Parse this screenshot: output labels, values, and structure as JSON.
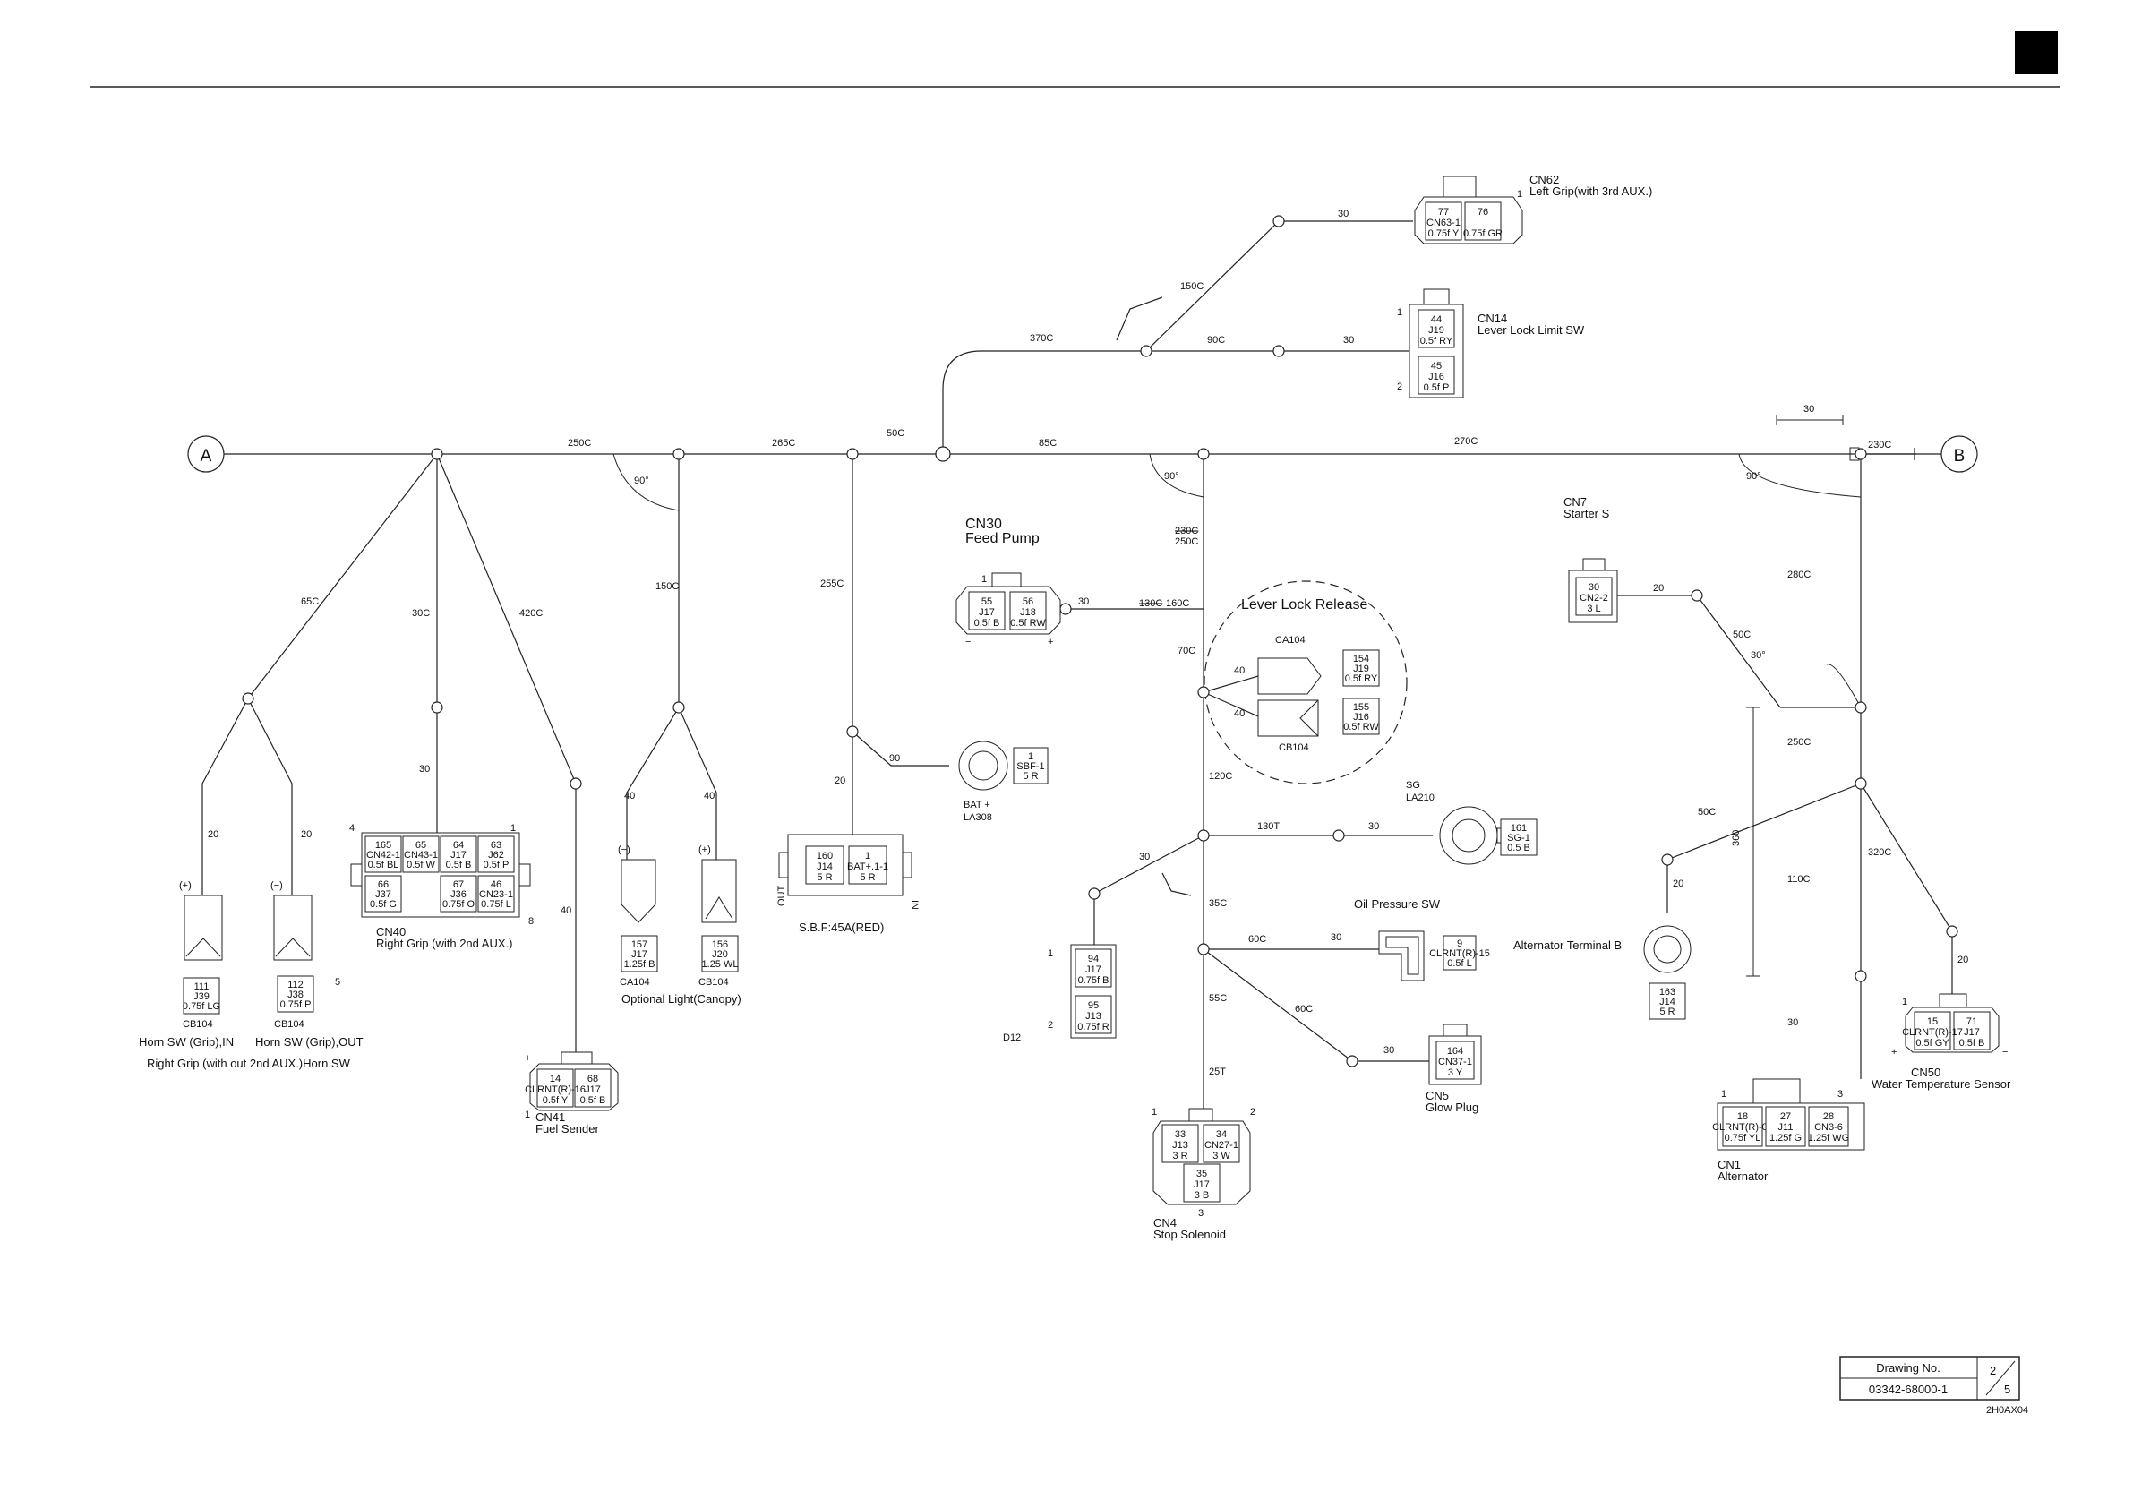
{
  "page": {
    "marker_color": "#000000",
    "line_color": "#222222",
    "background": "#ffffff"
  },
  "refs": {
    "left": "A",
    "right": "B"
  },
  "connectors": [
    {
      "id": "cn62",
      "name": "CN62",
      "desc": "Left Grip(with 3rd AUX.)",
      "pins": [
        [
          "77",
          "CN63-1",
          "0.75f Y"
        ],
        [
          "76",
          "",
          "0.75f GR"
        ]
      ]
    },
    {
      "id": "cn14",
      "name": "CN14",
      "desc": "Lever Lock Limit SW",
      "pins": [
        [
          "44",
          "J19",
          "0.5f RY"
        ],
        [
          "45",
          "J16",
          "0.5f P"
        ]
      ]
    },
    {
      "id": "cn30",
      "name": "CN30",
      "desc": "Feed Pump",
      "pins": [
        [
          "55",
          "J17",
          "0.5f B"
        ],
        [
          "56",
          "J18",
          "0.5f RW"
        ]
      ]
    },
    {
      "id": "cn7",
      "name": "CN7",
      "desc": "Starter S",
      "pins": [
        [
          "30",
          "CN2-2",
          "3 L"
        ]
      ]
    },
    {
      "id": "cn40",
      "name": "CN40",
      "desc": "Right Grip (with 2nd AUX.)",
      "pins": [
        [
          "165",
          "CN42-1",
          "0.5f BL"
        ],
        [
          "65",
          "CN43-1",
          "0.5f W"
        ],
        [
          "64",
          "J17",
          "0.5f B"
        ],
        [
          "63",
          "J62",
          "0.5f P"
        ],
        [
          "66",
          "J37",
          "0.5f G"
        ],
        [
          "67",
          "J36",
          "0.75f O"
        ],
        [
          "46",
          "CN23-1",
          "0.75f L"
        ]
      ]
    },
    {
      "id": "cn41",
      "name": "CN41",
      "desc": "Fuel Sender",
      "pins": [
        [
          "14",
          "CLRNT(R)-16",
          "0.5f Y"
        ],
        [
          "68",
          "J17",
          "0.5f B"
        ]
      ]
    },
    {
      "id": "cn4",
      "name": "CN4",
      "desc": "Stop Solenoid",
      "pins": [
        [
          "33",
          "J13",
          "3 R"
        ],
        [
          "34",
          "CN27-1",
          "3 W"
        ],
        [
          "35",
          "J17",
          "3 B"
        ]
      ]
    },
    {
      "id": "cn5",
      "name": "CN5",
      "desc": "Glow Plug",
      "pins": [
        [
          "164",
          "CN37-1",
          "3 Y"
        ]
      ]
    },
    {
      "id": "cn1",
      "name": "CN1",
      "desc": "Alternator",
      "pins": [
        [
          "18",
          "CLRNT(R)-00",
          "0.75f YL"
        ],
        [
          "27",
          "J11",
          "1.25f G"
        ],
        [
          "28",
          "CN3-6",
          "1.25f WG"
        ]
      ]
    },
    {
      "id": "cn50",
      "name": "CN50",
      "desc": "Water Temperature Sensor",
      "pins": [
        [
          "15",
          "CLRNT(R)-17",
          "0.5f GY"
        ],
        [
          "71",
          "J17",
          "0.5f B"
        ]
      ]
    }
  ],
  "labels": {
    "lever_lock_release": "Lever Lock Release",
    "ca104": "CA104",
    "cb104": "CB104",
    "sg": "SG",
    "la210": "LA210",
    "oil_pressure_sw": "Oil Pressure SW",
    "bat_plus": "BAT +",
    "la308": "LA308",
    "sbf": "S.B.F:45A(RED)",
    "optional_light": "Optional Light(Canopy)",
    "horn_in": "Horn SW (Grip),IN",
    "horn_out": "Horn SW (Grip),OUT",
    "right_grip_horn": "Right Grip (with out 2nd AUX.)Horn SW",
    "alternator_terminal_b": "Alternator Terminal B",
    "d12": "D12",
    "in": "IN",
    "out": "OUT"
  },
  "boxes": {
    "sbf_left": [
      "160",
      "J14",
      "5 R"
    ],
    "sbf_right": [
      "1",
      "BAT+.1-1",
      "5 R"
    ],
    "bat": [
      "1",
      "SBF-1",
      "5 R"
    ],
    "sg": [
      "161",
      "SG-1",
      "0.5 B"
    ],
    "oil": [
      "9",
      "CLRNT(R)-15",
      "0.5f L"
    ],
    "ca104_lever": [
      "154",
      "J19",
      "0.5f RY"
    ],
    "cb104_lever": [
      "155",
      "J16",
      "0.5f RW"
    ],
    "ca104_light": [
      "157",
      "J17",
      "1.25f B"
    ],
    "cb104_light": [
      "156",
      "J20",
      "1.25 WL"
    ],
    "cb104_in": [
      "111",
      "J39",
      "0.75f LG"
    ],
    "cb104_out": [
      "112",
      "J38",
      "0.75f P"
    ],
    "d12_top": [
      "94",
      "J17",
      "0.75f B"
    ],
    "d12_bot": [
      "95",
      "J13",
      "0.75f R"
    ],
    "alt_b": [
      "163",
      "J14",
      "5 R"
    ]
  },
  "dims": {
    "d250": "250C",
    "d265": "265C",
    "d50": "50C",
    "d85": "85C",
    "d270": "270C",
    "d230r": "230C",
    "d30top": "30",
    "d65": "65C",
    "d30c": "30C",
    "d420": "420C",
    "d150l": "150C",
    "d255": "255C",
    "d20a": "20",
    "d20b": "20",
    "d30g": "30",
    "d40f": "40",
    "d40a": "40",
    "d40b": "40",
    "d20s": "20",
    "d90": "90",
    "d370": "370C",
    "d150": "150C",
    "d30e": "30",
    "d90c": "90C",
    "d30f": "30",
    "d230s": "230C",
    "d250c": "250C",
    "d130s": "130C",
    "d160": "160C",
    "d30p": "30",
    "d70": "70C",
    "d40u": "40",
    "d40d": "40",
    "d120": "120C",
    "d130t": "130T",
    "d30sg": "30",
    "d30v": "30",
    "d35": "35C",
    "d60a": "60C",
    "d30oil": "30",
    "d55": "55C",
    "d60b": "60C",
    "d30glow": "30",
    "d25t": "25T",
    "d280": "280C",
    "d20st": "20",
    "d50s": "50C",
    "d250r": "250C",
    "d50alt": "50C",
    "d20alt": "20",
    "d320": "320C",
    "d20w": "20",
    "d110": "110C",
    "d30alt": "30",
    "d360": "360",
    "a90a": "90°",
    "a90b": "90°",
    "a90c": "90°",
    "a30": "30°"
  },
  "pins": {
    "p1": "1",
    "p2": "2",
    "p3": "3",
    "p4": "4",
    "p5": "5",
    "p8": "8",
    "plus": "+",
    "minus": "−",
    "plus_p": "(+)",
    "minus_p": "(−)"
  },
  "title_block": {
    "label": "Drawing No.",
    "number": "03342-68000-1",
    "sheet": "2",
    "total": "5",
    "code": "2H0AX04"
  }
}
